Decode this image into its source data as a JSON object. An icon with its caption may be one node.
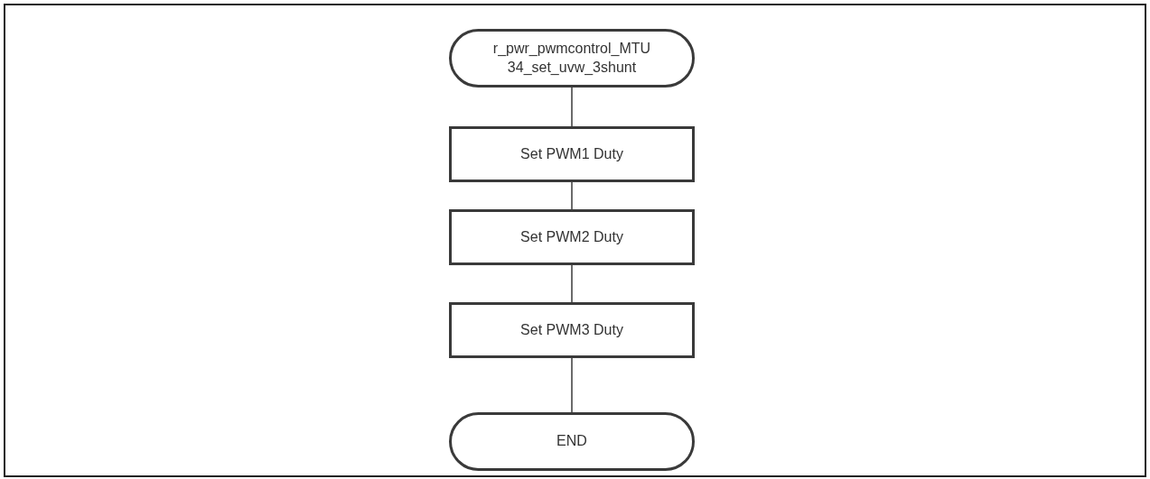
{
  "diagram": {
    "nodes": [
      {
        "text": [
          "r_pwr_pwmcontrol_MTU34_set_uvw_3shunt"
        ]
      },
      {
        "text": [
          "Set PWM1 Duty"
        ]
      },
      {
        "text": [
          "Set PWM2 Duty"
        ]
      },
      {
        "text": [
          "Set PWM3 Duty"
        ]
      },
      {
        "text": [
          "END"
        ]
      }
    ],
    "edges": [
      {
        "from": 0,
        "to": 1,
        "arrow": "none"
      },
      {
        "from": 1,
        "to": 2,
        "arrow": "none"
      },
      {
        "from": 2,
        "to": 3,
        "arrow": "none"
      },
      {
        "from": 3,
        "to": 4,
        "arrow": "none"
      }
    ]
  }
}
